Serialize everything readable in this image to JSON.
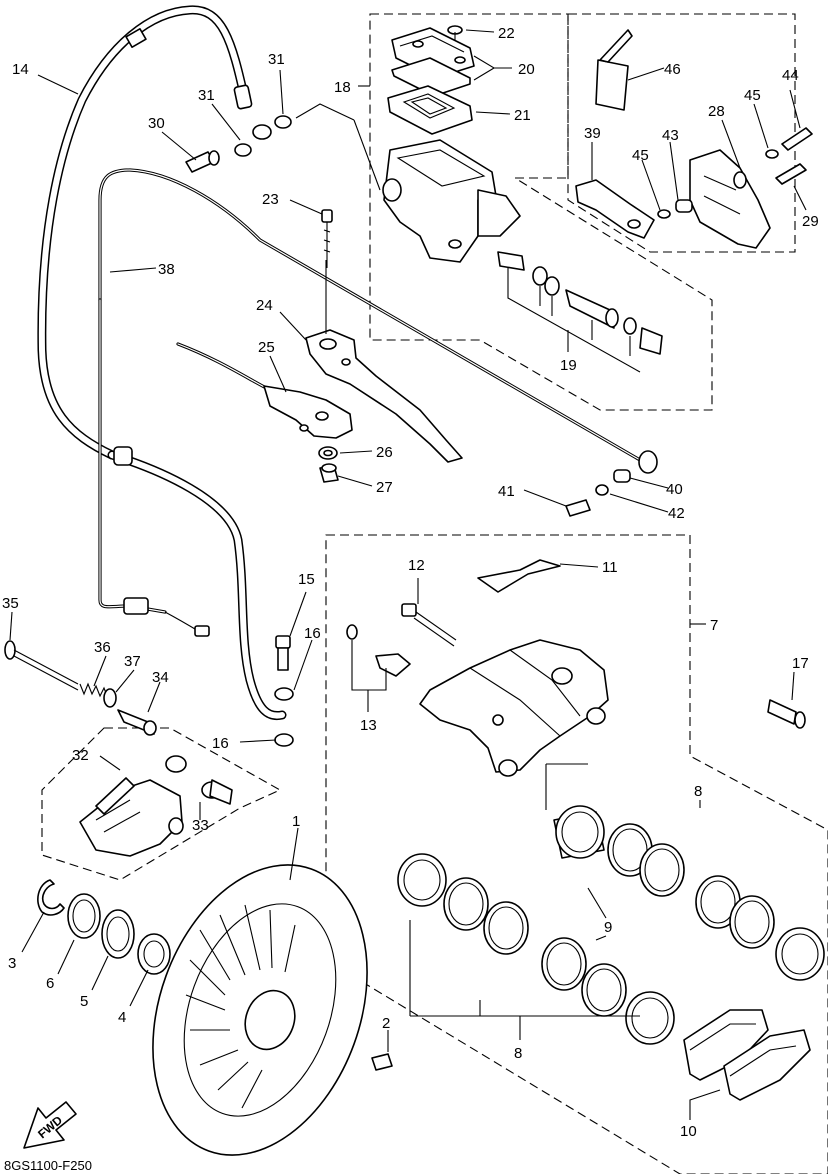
{
  "figure_code": "8GS1100-F250",
  "fwd_label": "FWD",
  "callouts": [
    "1",
    "2",
    "3",
    "4",
    "5",
    "6",
    "7",
    "8",
    "8",
    "9",
    "9",
    "10",
    "11",
    "12",
    "13",
    "14",
    "15",
    "16",
    "16",
    "17",
    "18",
    "19",
    "20",
    "21",
    "22",
    "23",
    "24",
    "25",
    "26",
    "27",
    "28",
    "29",
    "30",
    "31",
    "31",
    "32",
    "33",
    "34",
    "35",
    "36",
    "37",
    "38",
    "39",
    "40",
    "41",
    "42",
    "43",
    "44",
    "45",
    "45",
    "46"
  ]
}
